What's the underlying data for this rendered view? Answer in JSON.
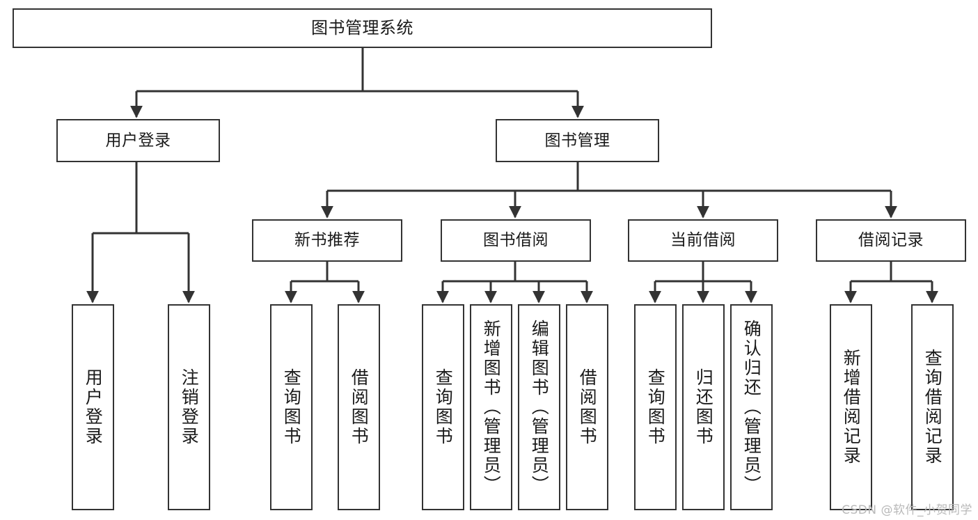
{
  "diagram": {
    "title": "图书管理系统",
    "type": "tree",
    "watermark": "CSDN @软件_小贺同学",
    "colors": {
      "node_border": "#333333",
      "node_fill": "#ffffff",
      "edge": "#333333",
      "text": "#1a1a1a",
      "watermark": "#b9b9b9",
      "background": "#ffffff"
    },
    "nodes": {
      "root": {
        "label": "图书管理系统"
      },
      "tier2": [
        {
          "id": "user-login",
          "label": "用户登录"
        },
        {
          "id": "book-manage",
          "label": "图书管理"
        }
      ],
      "tier3": [
        {
          "id": "new-book-recommend",
          "label": "新书推荐"
        },
        {
          "id": "book-borrow",
          "label": "图书借阅"
        },
        {
          "id": "current-borrow",
          "label": "当前借阅"
        },
        {
          "id": "borrow-record",
          "label": "借阅记录"
        }
      ],
      "leaves": {
        "user_login": [
          {
            "id": "leaf-user-login",
            "label": "用户登录"
          },
          {
            "id": "leaf-logout-login",
            "label": "注销登录"
          }
        ],
        "new_book_recommend": [
          {
            "id": "leaf-query-book-1",
            "label": "查询图书"
          },
          {
            "id": "leaf-borrow-book-1",
            "label": "借阅图书"
          }
        ],
        "book_borrow": [
          {
            "id": "leaf-query-book-2",
            "label": "查询图书"
          },
          {
            "id": "leaf-add-book",
            "label": "新增图书（管理员）"
          },
          {
            "id": "leaf-edit-book",
            "label": "编辑图书（管理员）"
          },
          {
            "id": "leaf-borrow-book-2",
            "label": "借阅图书"
          }
        ],
        "current_borrow": [
          {
            "id": "leaf-query-book-3",
            "label": "查询图书"
          },
          {
            "id": "leaf-return-book",
            "label": "归还图书"
          },
          {
            "id": "leaf-confirm-return",
            "label": "确认归还（管理员）"
          }
        ],
        "borrow_record": [
          {
            "id": "leaf-add-record",
            "label": "新增借阅记录"
          },
          {
            "id": "leaf-query-record",
            "label": "查询借阅记录"
          }
        ]
      }
    }
  }
}
